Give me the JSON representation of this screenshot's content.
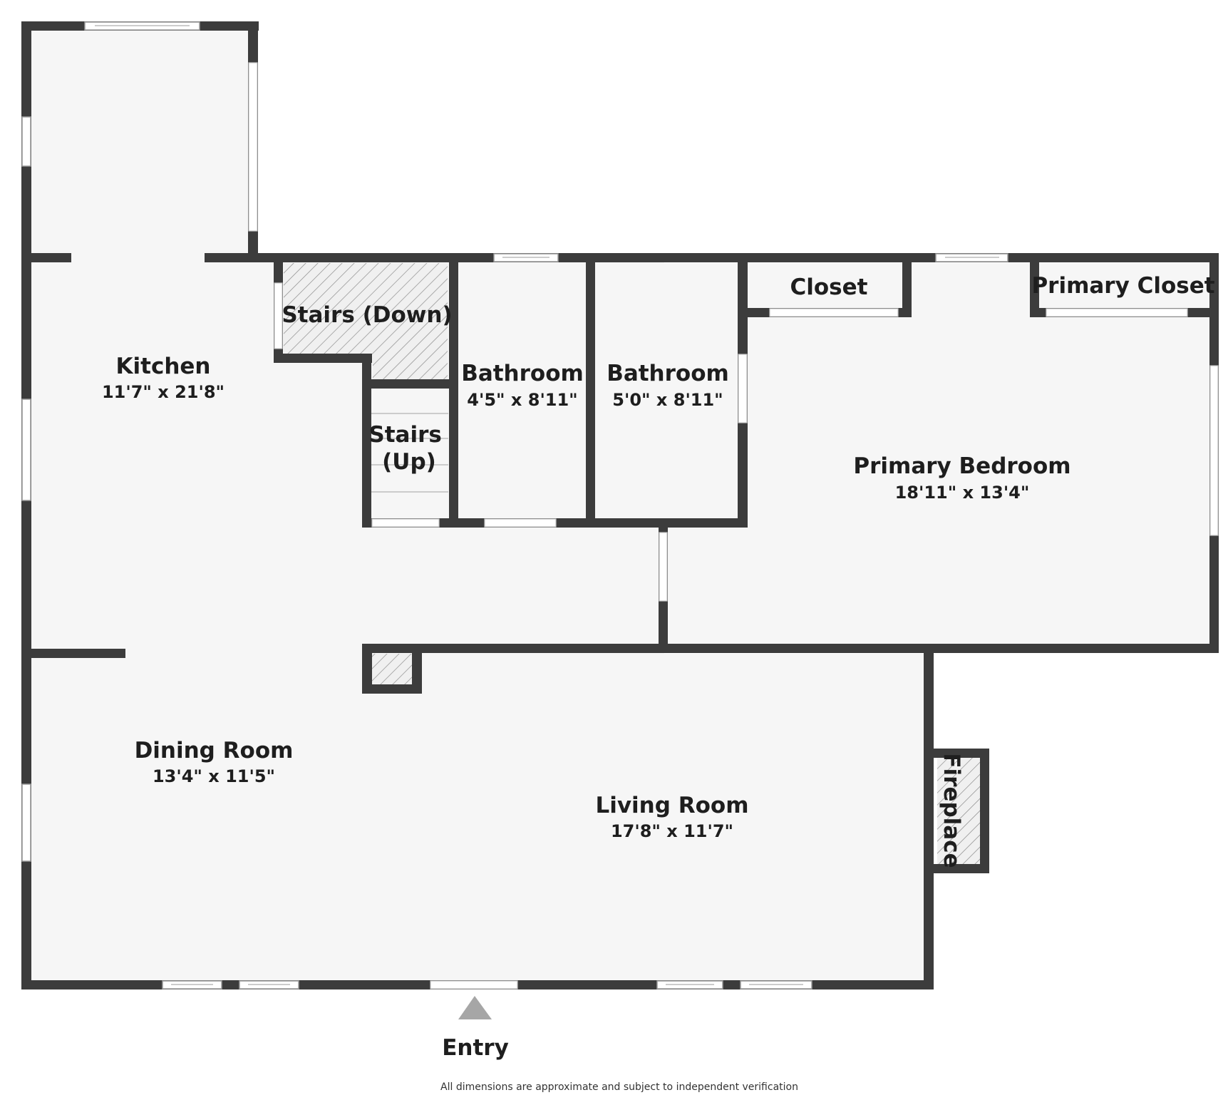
{
  "plan": {
    "rooms": [
      {
        "id": "kitchen",
        "name": "Kitchen",
        "dims": "11'7\" x 21'8\""
      },
      {
        "id": "stairs-down",
        "name": "Stairs (Down)",
        "dims": ""
      },
      {
        "id": "stairs-up",
        "name": "Stairs (Up)",
        "dims": ""
      },
      {
        "id": "bathroom-1",
        "name": "Bathroom",
        "dims": "4'5\" x 8'11\""
      },
      {
        "id": "bathroom-2",
        "name": "Bathroom",
        "dims": "5'0\" x 8'11\""
      },
      {
        "id": "closet",
        "name": "Closet",
        "dims": ""
      },
      {
        "id": "primary-closet",
        "name": "Primary Closet",
        "dims": ""
      },
      {
        "id": "primary-bedroom",
        "name": "Primary Bedroom",
        "dims": "18'11\" x 13'4\""
      },
      {
        "id": "dining-room",
        "name": "Dining Room",
        "dims": "13'4\" x 11'5\""
      },
      {
        "id": "living-room",
        "name": "Living Room",
        "dims": "17'8\" x 11'7\""
      },
      {
        "id": "fireplace",
        "name": "Fireplace",
        "dims": ""
      }
    ],
    "entry_label": "Entry",
    "disclaimer": "All dimensions are approximate and subject to independent verification",
    "colors": {
      "wall": "#3c3c3c",
      "floor": "#f6f6f6",
      "text": "#1e1e1e",
      "entry_arrow": "#a6a6a6"
    }
  }
}
